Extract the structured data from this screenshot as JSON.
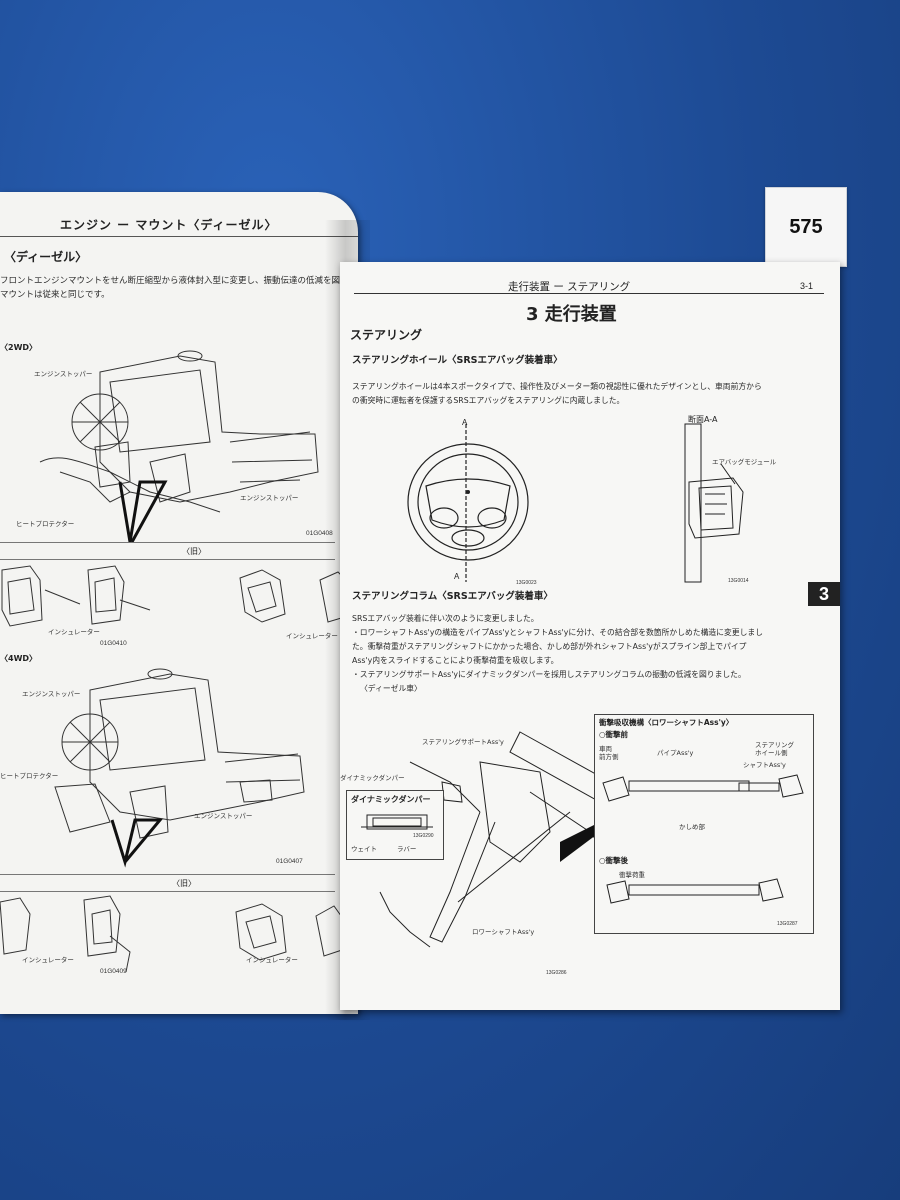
{
  "sticker": {
    "number": "575"
  },
  "left_page": {
    "header": "エンジン ー マウント〈ディーゼル〉",
    "section_title": "〈ディーゼル〉",
    "intro_line1": "フロントエンジンマウントをせん断圧縮型から液体封入型に変更し、振動伝達の低減を図",
    "intro_line2": "マウントは従来と同じです。",
    "sub_2wd": "〈2WD〉",
    "sub_4wd": "〈4WD〉",
    "old_label_1": "〈旧〉",
    "old_label_2": "〈旧〉",
    "labels": {
      "engine_stopper": "エンジンストッパー",
      "heat_protector": "ヒートプロテクター",
      "insulator": "インシュレーター"
    },
    "figure_codes": [
      "01G0408",
      "01G0410",
      "01G0407",
      "01G0409"
    ]
  },
  "right_page": {
    "header": "走行装置 ー ステアリング",
    "page_number": "3-1",
    "chapter_title": "3 走行装置",
    "section_title": "ステアリング",
    "wheel_heading": "ステアリングホイール〈SRSエアバッグ装着車〉",
    "wheel_text_1": "ステアリングホイールは4本スポークタイプで、操作性及びメーター類の視認性に優れたデザインとし、車両前方から",
    "wheel_text_2": "の衝突時に運転者を保護するSRSエアバッグをステアリングに内蔵しました。",
    "section_a": "断面A-A",
    "airbag_module": "エアバッグモジュール",
    "a_label": "A",
    "column_heading": "ステアリングコラム〈SRSエアバッグ装着車〉",
    "column_text_1": "SRSエアバッグ装着に伴い次のように変更しました。",
    "column_text_2": "・ロワーシャフトAss'yの構造をパイプAss'yとシャフトAss'yに分け、その結合部を数箇所かしめた構造に変更しまし",
    "column_text_3": "た。衝撃荷重がステアリングシャフトにかかった場合、かしめ部が外れシャフトAss'yがスプライン部上でパイプ",
    "column_text_4": "Ass'y内をスライドすることにより衝撃荷重を吸収します。",
    "column_text_5": "・ステアリングサポートAss'yにダイナミックダンパーを採用しステアリングコラムの振動の低減を図りました。",
    "column_text_6": "〈ディーゼル車〉",
    "labels": {
      "support": "ステアリングサポートAss'y",
      "dynamic_damper": "ダイナミックダンパー",
      "dynamic_damper_box": "ダイナミックダンパー",
      "weight": "ウェイト",
      "rubber": "ラバー",
      "lower_shaft": "ロワーシャフトAss'y"
    },
    "shock_box": {
      "title": "衝撃吸収機構〈ロワーシャフトAss'y〉",
      "before": "○衝撃前",
      "after": "○衝撃後",
      "vehicle_front": "車両\n前方側",
      "pipe": "パイプAss'y",
      "steering_wheel_side": "ステアリング\nホイール側",
      "shaft": "シャフトAss'y",
      "caulk": "かしめ部",
      "impact_load": "衝撃荷重"
    },
    "figure_codes": [
      "13G0023",
      "13G0014",
      "13G0290",
      "13G0286",
      "13G0287"
    ],
    "tab": "3"
  }
}
